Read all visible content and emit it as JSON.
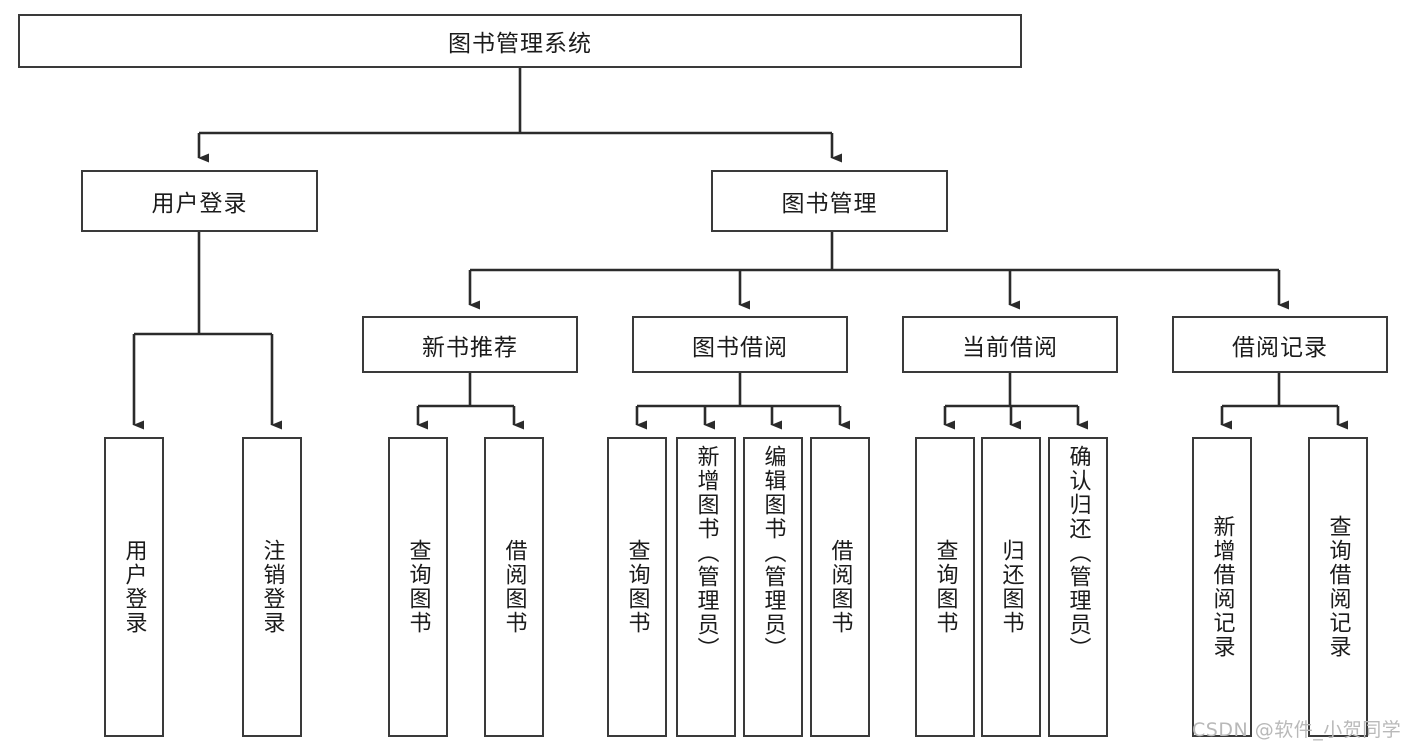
{
  "title": "图书管理系统",
  "diagram": {
    "type": "tree",
    "orientation": "top-down",
    "root": {
      "label": "图书管理系统"
    },
    "level2": [
      {
        "label": "用户登录"
      },
      {
        "label": "图书管理"
      }
    ],
    "level3": [
      {
        "label": "新书推荐"
      },
      {
        "label": "图书借阅"
      },
      {
        "label": "当前借阅"
      },
      {
        "label": "借阅记录"
      }
    ],
    "leaves": {
      "user_login": [
        {
          "label": "用户登录"
        },
        {
          "label": "注销登录"
        }
      ],
      "new_book_recommend": [
        {
          "label": "查询图书"
        },
        {
          "label": "借阅图书"
        }
      ],
      "book_borrow": [
        {
          "label": "查询图书"
        },
        {
          "label": "新增图书（管理员）"
        },
        {
          "label": "编辑图书（管理员）"
        },
        {
          "label": "借阅图书"
        }
      ],
      "current_borrow": [
        {
          "label": "查询图书"
        },
        {
          "label": "归还图书"
        },
        {
          "label": "确认归还（管理员）"
        }
      ],
      "borrow_record": [
        {
          "label": "新增借阅记录"
        },
        {
          "label": "查询借阅记录"
        }
      ]
    }
  },
  "watermark": {
    "text": "CSDN @软件_小贺同学"
  },
  "colors": {
    "border": "#3a3a3a",
    "edge": "#2b2b2b",
    "text": "#1b1b1b",
    "background": "#ffffff",
    "watermark": "#b9b9b9"
  }
}
